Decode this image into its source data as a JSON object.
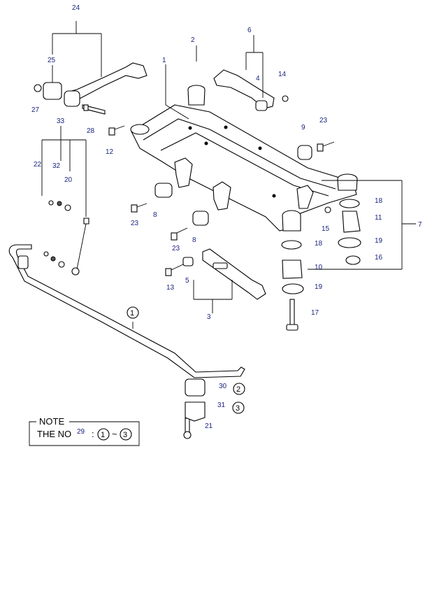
{
  "callouts": {
    "c1": "1",
    "c2": "2",
    "c3": "3",
    "c4": "4",
    "c5": "5",
    "c6": "6",
    "c7": "7",
    "c8a": "8",
    "c8b": "8",
    "c9": "9",
    "c10": "10",
    "c11": "11",
    "c12": "12",
    "c13": "13",
    "c14": "14",
    "c15": "15",
    "c16": "16",
    "c17": "17",
    "c18a": "18",
    "c18b": "18",
    "c19a": "19",
    "c19b": "19",
    "c20": "20",
    "c21": "21",
    "c22": "22",
    "c23a": "23",
    "c23b": "23",
    "c23c": "23",
    "c24": "24",
    "c25": "25",
    "c27": "27",
    "c28": "28",
    "c29": "29",
    "c30": "30",
    "c31": "31",
    "c32": "32",
    "c33": "33"
  },
  "circled_refs": {
    "stabilizer": "1",
    "bushing": "2",
    "bracket": "3"
  },
  "note": {
    "title": "NOTE",
    "line_prefix": "THE NO",
    "range_from": "1",
    "range_sep": "~",
    "range_to": "3",
    "colon": ":"
  }
}
